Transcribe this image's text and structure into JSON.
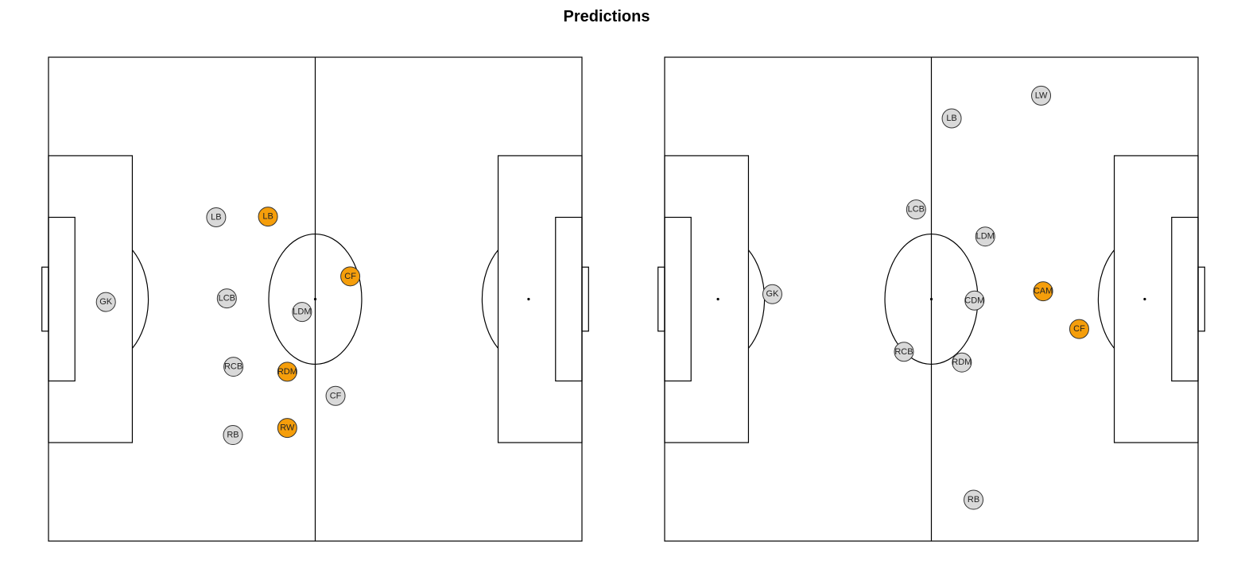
{
  "title": "Predictions",
  "colors": {
    "player_actual": "#d9d9d9",
    "player_predicted": "#f59e0b",
    "lines": "#000000"
  },
  "chart_data": [
    {
      "type": "scatter",
      "x_range": [
        0,
        105
      ],
      "y_range": [
        0,
        68
      ],
      "players": [
        {
          "label": "GK",
          "x": 11.3,
          "y": 34.4,
          "predicted": false
        },
        {
          "label": "LB",
          "x": 33.0,
          "y": 22.5,
          "predicted": false
        },
        {
          "label": "LCB",
          "x": 35.1,
          "y": 33.9,
          "predicted": false
        },
        {
          "label": "RCB",
          "x": 36.4,
          "y": 43.5,
          "predicted": false
        },
        {
          "label": "RB",
          "x": 36.3,
          "y": 53.1,
          "predicted": false
        },
        {
          "label": "LDM",
          "x": 49.9,
          "y": 35.8,
          "predicted": false
        },
        {
          "label": "CF",
          "x": 56.5,
          "y": 47.6,
          "predicted": false
        },
        {
          "label": "LB",
          "x": 43.2,
          "y": 22.4,
          "predicted": true
        },
        {
          "label": "CF",
          "x": 59.4,
          "y": 30.8,
          "predicted": true
        },
        {
          "label": "RDM",
          "x": 47.0,
          "y": 44.2,
          "predicted": true
        },
        {
          "label": "RW",
          "x": 47.0,
          "y": 52.1,
          "predicted": true
        }
      ]
    },
    {
      "type": "scatter",
      "x_range": [
        0,
        105
      ],
      "y_range": [
        0,
        68
      ],
      "players": [
        {
          "label": "LW",
          "x": 74.1,
          "y": 5.4,
          "predicted": false
        },
        {
          "label": "LB",
          "x": 56.5,
          "y": 8.6,
          "predicted": false
        },
        {
          "label": "LCB",
          "x": 49.5,
          "y": 21.4,
          "predicted": false
        },
        {
          "label": "LDM",
          "x": 63.1,
          "y": 25.2,
          "predicted": false
        },
        {
          "label": "GK",
          "x": 21.2,
          "y": 33.3,
          "predicted": false
        },
        {
          "label": "CDM",
          "x": 61.0,
          "y": 34.2,
          "predicted": false
        },
        {
          "label": "RCB",
          "x": 47.1,
          "y": 41.4,
          "predicted": false
        },
        {
          "label": "RDM",
          "x": 58.5,
          "y": 42.9,
          "predicted": false
        },
        {
          "label": "RB",
          "x": 60.8,
          "y": 62.2,
          "predicted": false
        },
        {
          "label": "CAM",
          "x": 74.5,
          "y": 32.9,
          "predicted": true
        },
        {
          "label": "CF",
          "x": 81.6,
          "y": 38.2,
          "predicted": true
        }
      ]
    }
  ]
}
